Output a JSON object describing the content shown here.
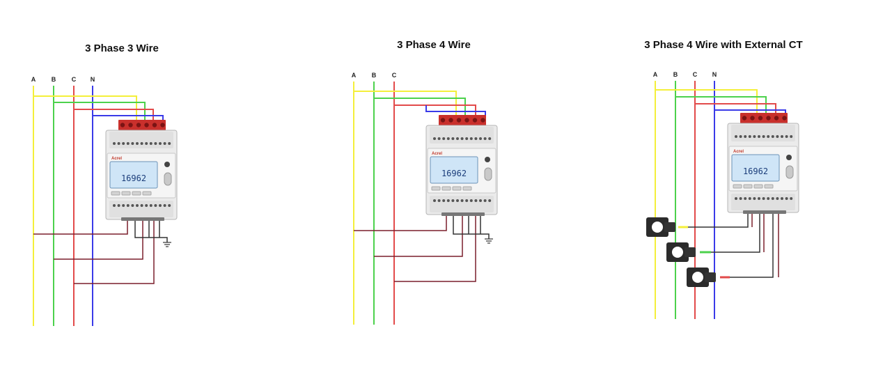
{
  "colors": {
    "phase_a": "#f4ef3a",
    "phase_b": "#4cd14c",
    "phase_c": "#e24a4a",
    "neutral": "#3a3ae8",
    "signal": "#7a1f2b",
    "ground": "#333333"
  },
  "brand": "Acrel",
  "lcd_reading": "16962",
  "diagrams": [
    {
      "title": "3 Phase 3 Wire",
      "wire_labels": [
        "A",
        "B",
        "C",
        "N"
      ]
    },
    {
      "title": "3 Phase 4 Wire",
      "wire_labels": [
        "A",
        "B",
        "C"
      ]
    },
    {
      "title": "3 Phase 4 Wire with External CT",
      "wire_labels": [
        "A",
        "B",
        "C",
        "N"
      ]
    }
  ]
}
